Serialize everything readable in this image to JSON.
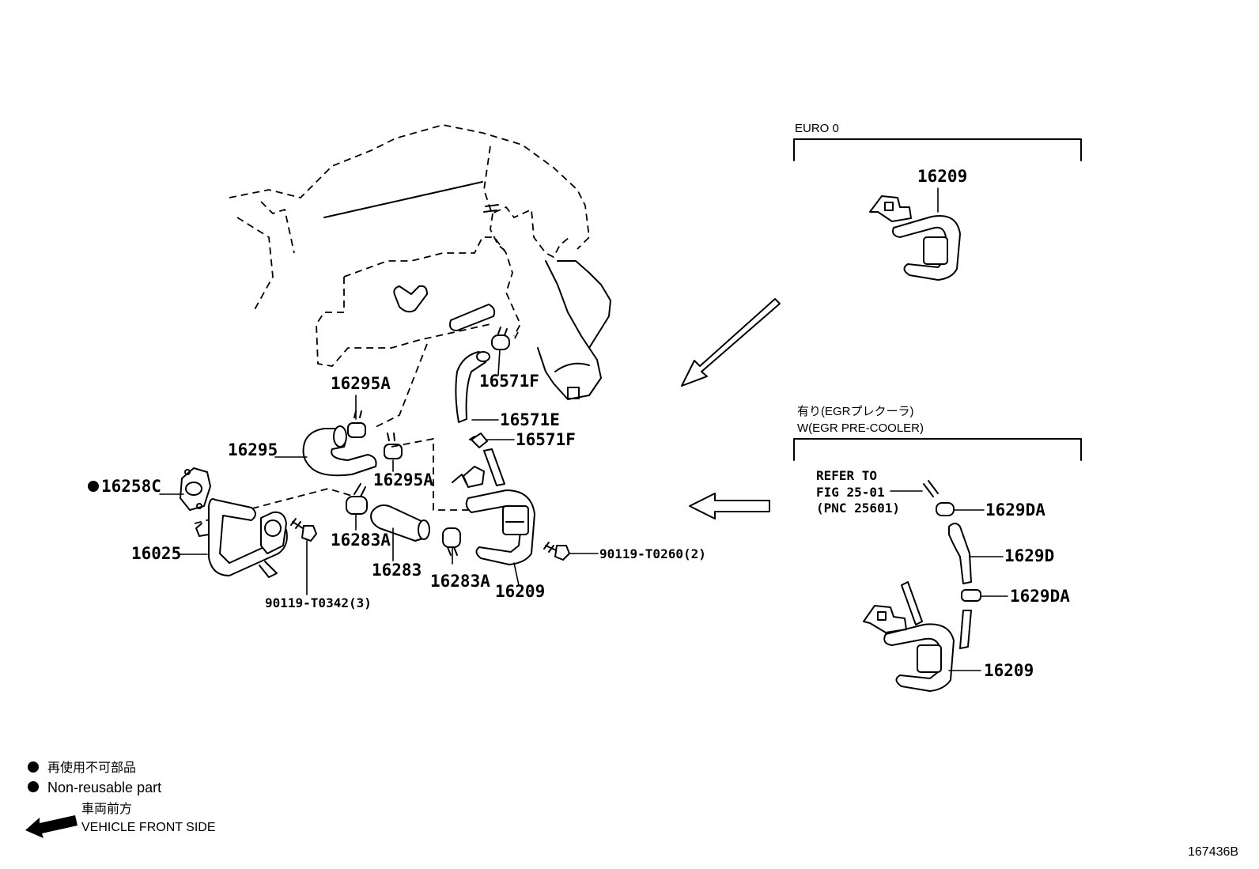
{
  "diagram": {
    "labels": {
      "p16295a_top": "16295A",
      "p16295": "16295",
      "p16295a_bot": "16295A",
      "p16258c": "16258C",
      "p16025": "16025",
      "p90119_t0342": "90119-T0342(3)",
      "p16283a_1": "16283A",
      "p16283": "16283",
      "p16283a_2": "16283A",
      "p16571f_top": "16571F",
      "p16571e": "16571E",
      "p16571f_bot": "16571F",
      "p16209_main": "16209",
      "p90119_t0260": "90119-T0260(2)"
    },
    "euro0": {
      "title": "EURO 0",
      "part": "16209"
    },
    "egr": {
      "title_jp": "有り(EGRプレクーラ)",
      "title_en": "W(EGR PRE-COOLER)",
      "refer_line1": "REFER TO",
      "refer_line2": "FIG 25-01",
      "refer_line3": "(PNC 25601)",
      "p1629da_top": "1629DA",
      "p1629d": "1629D",
      "p1629da_bot": "1629DA",
      "p16209": "16209"
    },
    "legend": {
      "non_reusable_jp": "再使用不可部品",
      "non_reusable_en": "Non-reusable part",
      "front_jp": "車両前方",
      "front_en": "VEHICLE FRONT SIDE"
    },
    "illustration_code": "167436B"
  }
}
